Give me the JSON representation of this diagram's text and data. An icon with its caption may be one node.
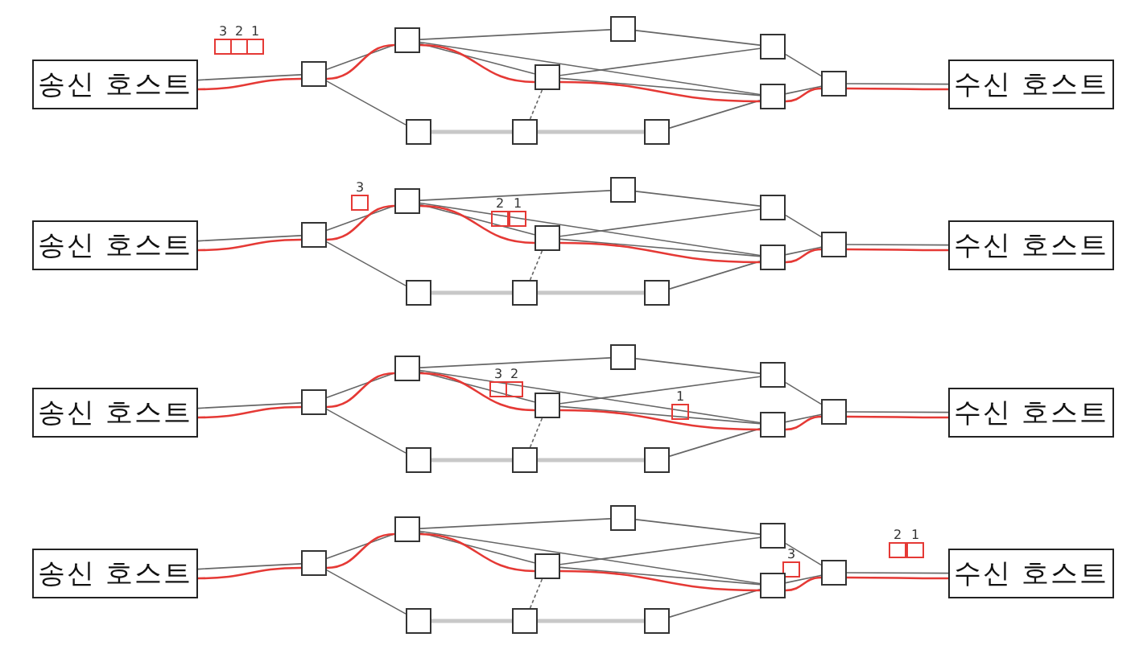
{
  "diagram": {
    "nodes": [
      {
        "text": [
          "송신 호스트"
        ]
      },
      {
        "text": [
          "3"
        ]
      },
      {
        "text": [
          "2"
        ]
      },
      {
        "text": [
          "1"
        ]
      },
      {
        "text": [],
        "shape": "box"
      },
      {
        "text": [],
        "shape": "box"
      },
      {
        "text": [],
        "shape": "box"
      },
      {
        "text": [],
        "shape": "box"
      },
      {
        "text": [],
        "shape": "box"
      },
      {
        "text": [],
        "shape": "box"
      },
      {
        "text": [],
        "shape": "box"
      },
      {
        "text": [],
        "shape": "box"
      },
      {
        "text": [],
        "shape": "box"
      },
      {
        "text": [],
        "shape": "box"
      },
      {
        "text": [
          "수신 호스트"
        ]
      },
      {
        "text": [
          "송신 호스트"
        ]
      },
      {
        "text": [
          "3"
        ]
      },
      {
        "text": [
          "2"
        ]
      },
      {
        "text": [
          "1"
        ]
      },
      {
        "text": [],
        "shape": "box"
      },
      {
        "text": [],
        "shape": "box"
      },
      {
        "text": [],
        "shape": "box"
      },
      {
        "text": [],
        "shape": "box"
      },
      {
        "text": [],
        "shape": "box"
      },
      {
        "text": [],
        "shape": "box"
      },
      {
        "text": [],
        "shape": "box"
      },
      {
        "text": [],
        "shape": "box"
      },
      {
        "text": [],
        "shape": "box"
      },
      {
        "text": [],
        "shape": "box"
      },
      {
        "text": [
          "수신 호스트"
        ]
      },
      {
        "text": [
          "송신 호스트"
        ]
      },
      {
        "text": [
          "3"
        ]
      },
      {
        "text": [
          "2"
        ]
      },
      {
        "text": [
          "1"
        ]
      },
      {
        "text": [],
        "shape": "box"
      },
      {
        "text": [],
        "shape": "box"
      },
      {
        "text": [],
        "shape": "box"
      },
      {
        "text": [],
        "shape": "box"
      },
      {
        "text": [],
        "shape": "box"
      },
      {
        "text": [],
        "shape": "box"
      },
      {
        "text": [],
        "shape": "box"
      },
      {
        "text": [],
        "shape": "box"
      },
      {
        "text": [],
        "shape": "box"
      },
      {
        "text": [],
        "shape": "box"
      },
      {
        "text": [
          "수신 호스트"
        ]
      },
      {
        "text": [
          "송신 호스트"
        ]
      },
      {
        "text": [
          "3"
        ]
      },
      {
        "text": [
          "2"
        ]
      },
      {
        "text": [
          "1"
        ]
      },
      {
        "text": [],
        "shape": "box"
      },
      {
        "text": [],
        "shape": "box"
      },
      {
        "text": [],
        "shape": "box"
      },
      {
        "text": [],
        "shape": "box"
      },
      {
        "text": [],
        "shape": "box"
      },
      {
        "text": [],
        "shape": "box"
      },
      {
        "text": [],
        "shape": "box"
      },
      {
        "text": [],
        "shape": "box"
      },
      {
        "text": [],
        "shape": "box"
      },
      {
        "text": [],
        "shape": "box"
      },
      {
        "text": [
          "수신 호스트"
        ]
      }
    ],
    "edges": [
      {
        "from": 0,
        "to": 4,
        "arrow": "none"
      },
      {
        "from": 4,
        "to": 5,
        "arrow": "none"
      },
      {
        "from": 4,
        "to": 11,
        "arrow": "none"
      },
      {
        "from": 5,
        "to": 6,
        "arrow": "none"
      },
      {
        "from": 5,
        "to": 8,
        "arrow": "none"
      },
      {
        "from": 5,
        "to": 9,
        "arrow": "none"
      },
      {
        "from": 6,
        "to": 7,
        "arrow": "none"
      },
      {
        "from": 8,
        "to": 7,
        "arrow": "none"
      },
      {
        "from": 8,
        "to": 9,
        "arrow": "none"
      },
      {
        "from": 8,
        "to": 12,
        "arrow": "none",
        "style": "dashed"
      },
      {
        "from": 11,
        "to": 12,
        "arrow": "none",
        "style": "thick",
        "color": "#c8c8c8"
      },
      {
        "from": 12,
        "to": 13,
        "arrow": "none",
        "style": "thick",
        "color": "#c8c8c8"
      },
      {
        "from": 13,
        "to": 9,
        "arrow": "none"
      },
      {
        "from": 7,
        "to": 10,
        "arrow": "none"
      },
      {
        "from": 9,
        "to": 10,
        "arrow": "none"
      },
      {
        "from": 10,
        "to": 14,
        "arrow": "none"
      },
      {
        "from": 0,
        "to": 4,
        "arrow": "none",
        "color": "#e53935"
      },
      {
        "from": 4,
        "to": 5,
        "arrow": "none",
        "color": "#e53935"
      },
      {
        "from": 5,
        "to": 8,
        "arrow": "none",
        "color": "#e53935"
      },
      {
        "from": 8,
        "to": 9,
        "arrow": "none",
        "color": "#e53935"
      },
      {
        "from": 9,
        "to": 10,
        "arrow": "none",
        "color": "#e53935"
      },
      {
        "from": 10,
        "to": 14,
        "arrow": "none",
        "color": "#e53935"
      },
      {
        "from": 15,
        "to": 19,
        "arrow": "none"
      },
      {
        "from": 19,
        "to": 20,
        "arrow": "none"
      },
      {
        "from": 19,
        "to": 26,
        "arrow": "none"
      },
      {
        "from": 20,
        "to": 21,
        "arrow": "none"
      },
      {
        "from": 20,
        "to": 23,
        "arrow": "none"
      },
      {
        "from": 20,
        "to": 24,
        "arrow": "none"
      },
      {
        "from": 21,
        "to": 22,
        "arrow": "none"
      },
      {
        "from": 23,
        "to": 22,
        "arrow": "none"
      },
      {
        "from": 23,
        "to": 24,
        "arrow": "none"
      },
      {
        "from": 23,
        "to": 27,
        "arrow": "none",
        "style": "dashed"
      },
      {
        "from": 26,
        "to": 27,
        "arrow": "none",
        "style": "thick",
        "color": "#c8c8c8"
      },
      {
        "from": 27,
        "to": 28,
        "arrow": "none",
        "style": "thick",
        "color": "#c8c8c8"
      },
      {
        "from": 28,
        "to": 24,
        "arrow": "none"
      },
      {
        "from": 22,
        "to": 25,
        "arrow": "none"
      },
      {
        "from": 24,
        "to": 25,
        "arrow": "none"
      },
      {
        "from": 25,
        "to": 29,
        "arrow": "none"
      },
      {
        "from": 15,
        "to": 19,
        "arrow": "none",
        "color": "#e53935"
      },
      {
        "from": 19,
        "to": 20,
        "arrow": "none",
        "color": "#e53935"
      },
      {
        "from": 20,
        "to": 23,
        "arrow": "none",
        "color": "#e53935"
      },
      {
        "from": 23,
        "to": 24,
        "arrow": "none",
        "color": "#e53935"
      },
      {
        "from": 24,
        "to": 25,
        "arrow": "none",
        "color": "#e53935"
      },
      {
        "from": 25,
        "to": 29,
        "arrow": "none",
        "color": "#e53935"
      },
      {
        "from": 30,
        "to": 34,
        "arrow": "none"
      },
      {
        "from": 34,
        "to": 35,
        "arrow": "none"
      },
      {
        "from": 34,
        "to": 41,
        "arrow": "none"
      },
      {
        "from": 35,
        "to": 36,
        "arrow": "none"
      },
      {
        "from": 35,
        "to": 38,
        "arrow": "none"
      },
      {
        "from": 35,
        "to": 39,
        "arrow": "none"
      },
      {
        "from": 36,
        "to": 37,
        "arrow": "none"
      },
      {
        "from": 38,
        "to": 37,
        "arrow": "none"
      },
      {
        "from": 38,
        "to": 39,
        "arrow": "none"
      },
      {
        "from": 38,
        "to": 42,
        "arrow": "none",
        "style": "dashed"
      },
      {
        "from": 41,
        "to": 42,
        "arrow": "none",
        "style": "thick",
        "color": "#c8c8c8"
      },
      {
        "from": 42,
        "to": 43,
        "arrow": "none",
        "style": "thick",
        "color": "#c8c8c8"
      },
      {
        "from": 43,
        "to": 39,
        "arrow": "none"
      },
      {
        "from": 37,
        "to": 40,
        "arrow": "none"
      },
      {
        "from": 39,
        "to": 40,
        "arrow": "none"
      },
      {
        "from": 40,
        "to": 44,
        "arrow": "none"
      },
      {
        "from": 30,
        "to": 34,
        "arrow": "none",
        "color": "#e53935"
      },
      {
        "from": 34,
        "to": 35,
        "arrow": "none",
        "color": "#e53935"
      },
      {
        "from": 35,
        "to": 38,
        "arrow": "none",
        "color": "#e53935"
      },
      {
        "from": 38,
        "to": 39,
        "arrow": "none",
        "color": "#e53935"
      },
      {
        "from": 39,
        "to": 40,
        "arrow": "none",
        "color": "#e53935"
      },
      {
        "from": 40,
        "to": 44,
        "arrow": "none",
        "color": "#e53935"
      },
      {
        "from": 45,
        "to": 49,
        "arrow": "none"
      },
      {
        "from": 49,
        "to": 50,
        "arrow": "none"
      },
      {
        "from": 49,
        "to": 56,
        "arrow": "none"
      },
      {
        "from": 50,
        "to": 51,
        "arrow": "none"
      },
      {
        "from": 50,
        "to": 53,
        "arrow": "none"
      },
      {
        "from": 50,
        "to": 54,
        "arrow": "none"
      },
      {
        "from": 51,
        "to": 52,
        "arrow": "none"
      },
      {
        "from": 53,
        "to": 52,
        "arrow": "none"
      },
      {
        "from": 53,
        "to": 54,
        "arrow": "none"
      },
      {
        "from": 53,
        "to": 57,
        "arrow": "none",
        "style": "dashed"
      },
      {
        "from": 56,
        "to": 57,
        "arrow": "none",
        "style": "thick",
        "color": "#c8c8c8"
      },
      {
        "from": 57,
        "to": 58,
        "arrow": "none",
        "style": "thick",
        "color": "#c8c8c8"
      },
      {
        "from": 58,
        "to": 54,
        "arrow": "none"
      },
      {
        "from": 52,
        "to": 55,
        "arrow": "none"
      },
      {
        "from": 54,
        "to": 55,
        "arrow": "none"
      },
      {
        "from": 55,
        "to": 59,
        "arrow": "none"
      },
      {
        "from": 45,
        "to": 49,
        "arrow": "none",
        "color": "#e53935"
      },
      {
        "from": 49,
        "to": 50,
        "arrow": "none",
        "color": "#e53935"
      },
      {
        "from": 50,
        "to": 53,
        "arrow": "none",
        "color": "#e53935"
      },
      {
        "from": 53,
        "to": 54,
        "arrow": "none",
        "color": "#e53935"
      },
      {
        "from": 54,
        "to": 55,
        "arrow": "none",
        "color": "#e53935"
      },
      {
        "from": 55,
        "to": 59,
        "arrow": "none",
        "color": "#e53935"
      }
    ]
  }
}
